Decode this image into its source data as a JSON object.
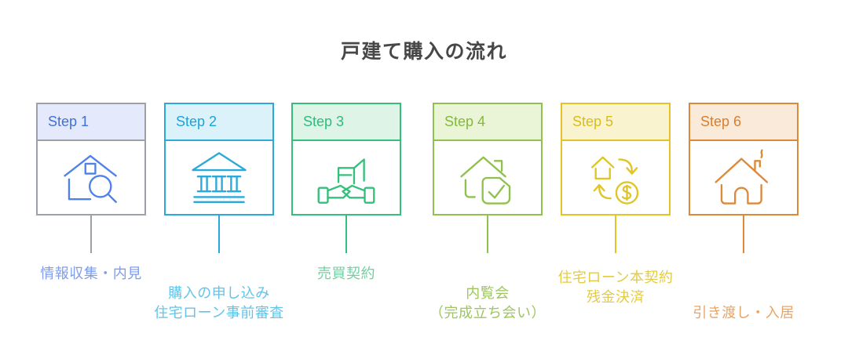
{
  "title": "戸建て購入の流れ",
  "steps": [
    {
      "label": "Step 1",
      "caption": "情報収集・内見",
      "icon": "house-search-icon",
      "colors": {
        "border": "#9CA1A8",
        "header_bg": "#E4EAFB",
        "step_text": "#4170DC",
        "icon": "#5081E8",
        "caption": "#7F9DEA"
      }
    },
    {
      "label": "Step 2",
      "caption": "購入の申し込み\n住宅ローン事前審査",
      "icon": "bank-icon",
      "colors": {
        "border": "#2BA9DB",
        "header_bg": "#DCF2FB",
        "step_text": "#1CA3DA",
        "icon": "#2BA9DB",
        "caption": "#63C4E8"
      }
    },
    {
      "label": "Step 3",
      "caption": "売買契約",
      "icon": "contract-handshake-icon",
      "colors": {
        "border": "#35BF7C",
        "header_bg": "#DDF4E7",
        "step_text": "#2FBD79",
        "icon": "#35BF7C",
        "caption": "#70D0A1"
      }
    },
    {
      "label": "Step 4",
      "caption": "内覧会\n（完成立ち会い）",
      "icon": "house-inspection-check-icon",
      "colors": {
        "border": "#90C04E",
        "header_bg": "#EAF4D6",
        "step_text": "#84B93B",
        "icon": "#90C04E",
        "caption": "#9EC55F"
      }
    },
    {
      "label": "Step 5",
      "caption": "住宅ローン本契約\n残金決済",
      "icon": "house-money-exchange-icon",
      "colors": {
        "border": "#E0C428",
        "header_bg": "#FAF3CF",
        "step_text": "#D9BD16",
        "icon": "#E0C428",
        "caption": "#E2CB47"
      }
    },
    {
      "label": "Step 6",
      "caption": "引き渡し・入居",
      "icon": "house-move-in-icon",
      "colors": {
        "border": "#DD8939",
        "header_bg": "#FAEADA",
        "step_text": "#D97E2D",
        "icon": "#DD8939",
        "caption": "#E9A464"
      }
    }
  ]
}
